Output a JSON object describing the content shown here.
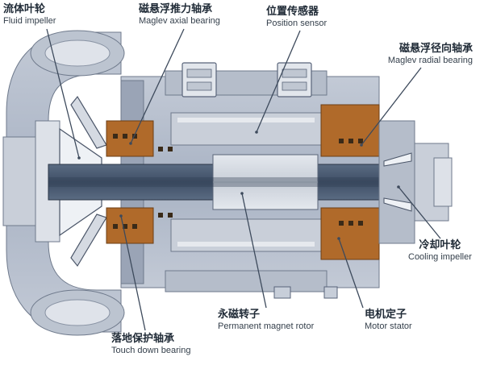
{
  "labels": {
    "fluid_impeller": {
      "zh": "流体叶轮",
      "en": "Fluid impeller"
    },
    "axial_bearing": {
      "zh": "磁悬浮推力轴承",
      "en": "Maglev axial bearing"
    },
    "position_sensor": {
      "zh": "位置传感器",
      "en": "Position sensor"
    },
    "radial_bearing": {
      "zh": "磁悬浮径向轴承",
      "en": "Maglev radial bearing"
    },
    "cooling_impeller": {
      "zh": "冷却叶轮",
      "en": "Cooling impeller"
    },
    "motor_stator": {
      "zh": "电机定子",
      "en": "Motor stator"
    },
    "magnet_rotor": {
      "zh": "永磁转子",
      "en": "Permanent magnet rotor"
    },
    "touchdown_bearing": {
      "zh": "落地保护轴承",
      "en": "Touch down bearing"
    }
  },
  "colors": {
    "housing": "#a9b3c4",
    "housing_dark": "#7d879a",
    "shaft": "#3f4f66",
    "copper": "#b06a2a",
    "rotor_core": "#d3d8e0",
    "leader": "#3d4a5c"
  }
}
